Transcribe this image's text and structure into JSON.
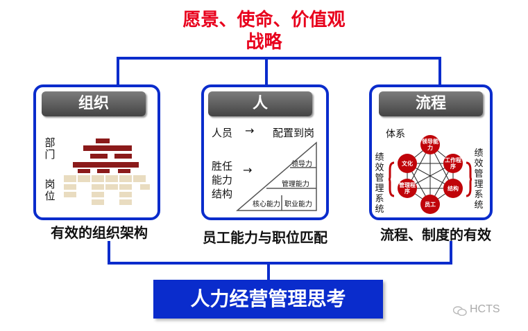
{
  "title": {
    "line1": "愿景、使命、价值观",
    "line2": "战略"
  },
  "panels": {
    "org": {
      "header": "组织",
      "label_dept": "部门",
      "label_post": "岗位",
      "caption": "有效的组织架构"
    },
    "people": {
      "header": "人",
      "row1_left": "人员",
      "row1_arrow": "→",
      "row1_right": "配置到岗",
      "row2_left": "胜任能力结构",
      "row2_arrow": "→",
      "pyramid": {
        "top": "领导力",
        "middle": "管理能力",
        "bottom_left": "核心能力",
        "bottom_right": "职业能力"
      },
      "caption": "员工能力与职位匹配"
    },
    "process": {
      "header": "流程",
      "system_label": "体系",
      "left_vertical": "绩效管理系统",
      "right_vertical": "绩效管理系统",
      "nodes": [
        "领导能力",
        "工作程序",
        "结构",
        "员工",
        "管理程序",
        "文化"
      ],
      "caption": "流程、制度的有效"
    }
  },
  "bottom_banner": "人力经营管理思考",
  "watermark": "HCTS",
  "colors": {
    "accent_red": "#e8001c",
    "frame_blue": "#0a2ccc",
    "node_red": "#c0040a"
  }
}
